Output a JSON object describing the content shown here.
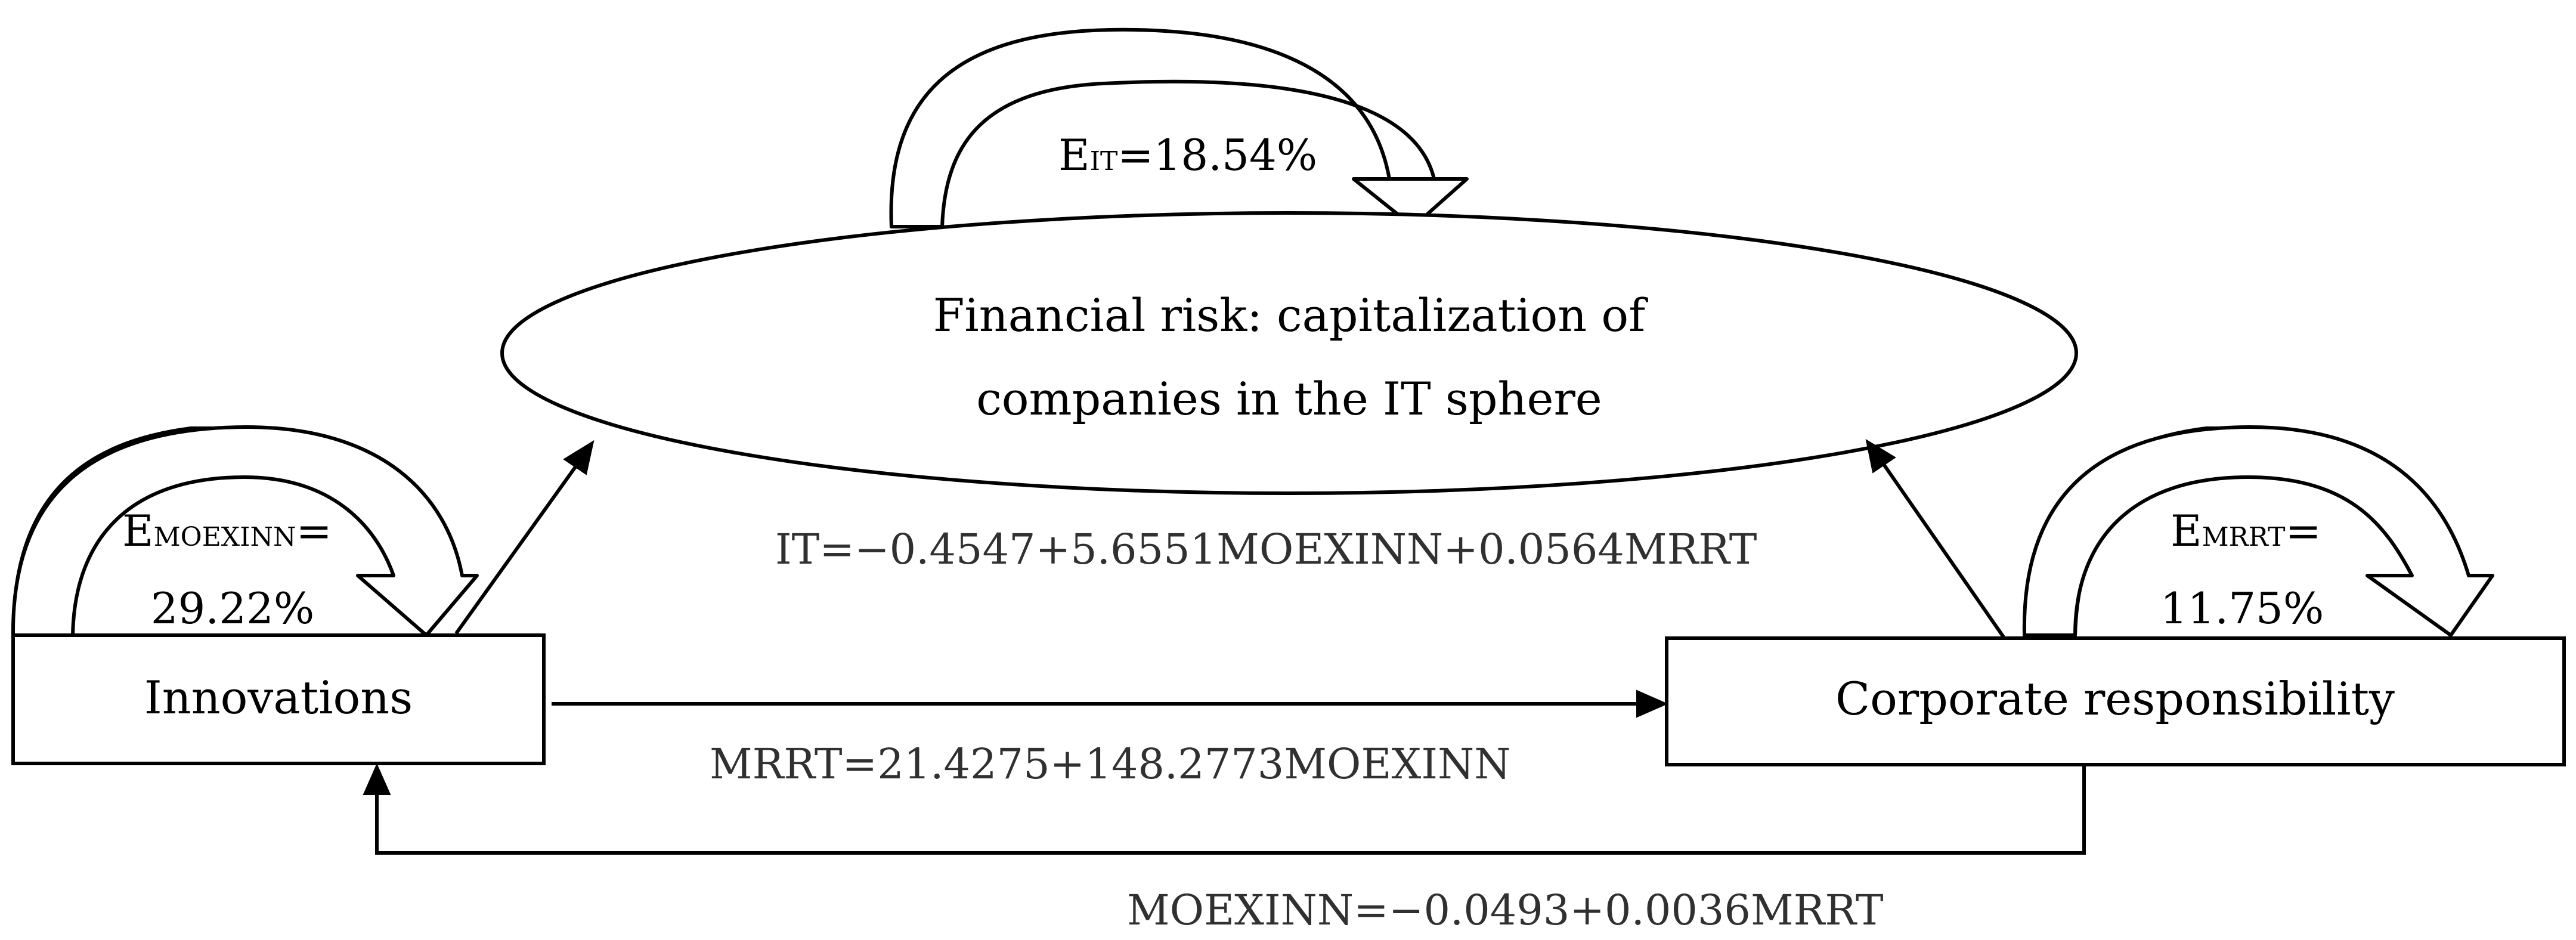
{
  "nodes": {
    "center": {
      "line1": "Financial risk: capitalization of",
      "line2": "companies in the IT sphere"
    },
    "left": {
      "label": "Innovations"
    },
    "right": {
      "label": "Corporate responsibility"
    }
  },
  "elasticities": {
    "it": {
      "letter": "E",
      "sub": "IT",
      "value": "=18.54%"
    },
    "moexinn": {
      "letter": "E",
      "sub": "MOEXINN",
      "eq": "=",
      "value": "29.22%"
    },
    "mrrt": {
      "letter": "E",
      "sub": "MRRT",
      "eq": "=",
      "value": "11.75%"
    }
  },
  "equations": {
    "it": "IT=−0.4547+5.6551MOEXINN+0.0564MRRT",
    "mrrt": "MRRT=21.4275+148.2773MOEXINN",
    "moexinn": "MOEXINN=−0.0493+0.0036MRRT"
  },
  "colors": {
    "arc_shade": "#cfcfcf",
    "equation_text": "#303030",
    "stroke": "#000000"
  }
}
